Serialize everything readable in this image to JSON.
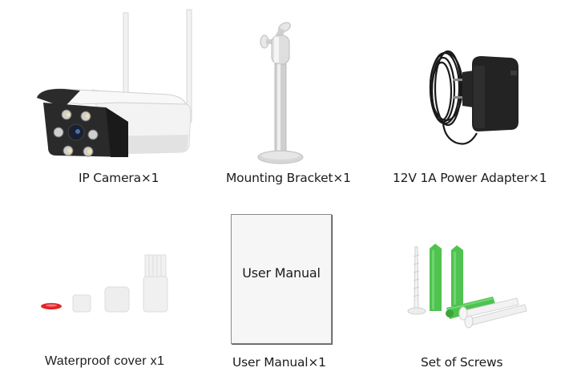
{
  "items": [
    {
      "id": "ip-camera",
      "label": "IP Camera×1",
      "icon": "ip-camera-icon"
    },
    {
      "id": "mounting-bracket",
      "label": "Mounting Bracket×1",
      "icon": "mounting-bracket-icon"
    },
    {
      "id": "power-adapter",
      "label": "12V 1A Power Adapter×1",
      "icon": "power-adapter-icon"
    },
    {
      "id": "waterproof-cover",
      "label": "Waterproof cover x1",
      "icon": "waterproof-cover-icon"
    },
    {
      "id": "user-manual",
      "label": "User Manual×1",
      "icon": "user-manual-icon",
      "cover_text": "User Manual"
    },
    {
      "id": "screws",
      "label": "Set of Screws",
      "icon": "screws-icon"
    }
  ],
  "colors": {
    "background": "#ffffff",
    "text": "#1c1c1c",
    "anchor_green": "#4fc24f",
    "seal_red": "#e0262b",
    "adapter_black": "#1f1f1f",
    "bracket_silver": "#c8c8c8"
  }
}
